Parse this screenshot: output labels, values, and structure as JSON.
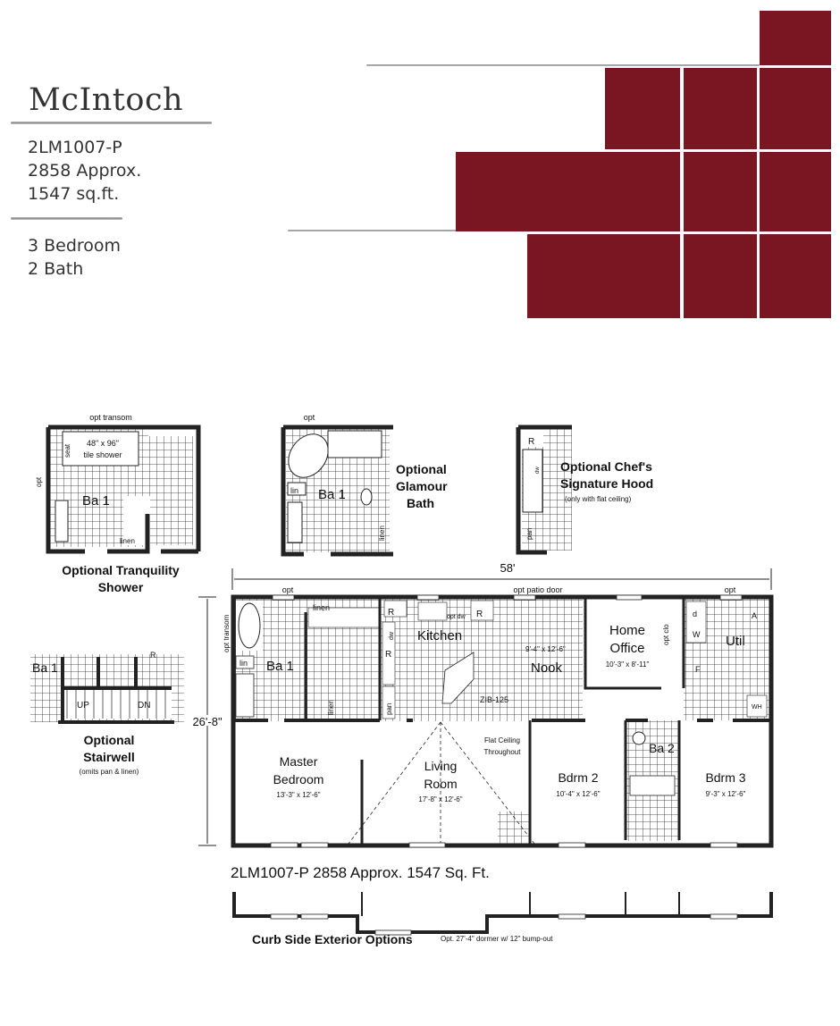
{
  "header": {
    "title": "McIntoch",
    "model": "2LM1007-P",
    "approx": "2858 Approx.",
    "sqft": "1547 sq.ft.",
    "bedrooms": "3 Bedroom",
    "baths": "2 Bath"
  },
  "brand_color": "#7a1622",
  "options": {
    "tranquility": {
      "top": "opt transom",
      "side": "opt",
      "seat": "seat",
      "shower": "48\" x 96\"",
      "shower2": "tile shower",
      "bath": "Ba 1",
      "linen": "linen",
      "caption1": "Optional Tranquility",
      "caption2": "Shower"
    },
    "glamour": {
      "top": "opt",
      "lin": "lin",
      "bath": "Ba 1",
      "linen": "linen",
      "caption1": "Optional",
      "caption2": "Glamour",
      "caption3": "Bath"
    },
    "chef": {
      "r": "R",
      "dw": "dw",
      "pan": "pan",
      "caption1": "Optional Chef's",
      "caption2": "Signature Hood",
      "caption3": "(only with flat ceiling)"
    },
    "stairwell": {
      "bath": "Ba 1",
      "up": "UP",
      "dn": "DN",
      "r": "R",
      "caption1": "Optional",
      "caption2": "Stairwell",
      "caption3": "(omits pan  & linen)"
    }
  },
  "plan": {
    "width_dim": "58'",
    "depth_dim": "26'-8\"",
    "labels": {
      "opt_left": "opt",
      "opt_patio": "opt patio door",
      "opt_right": "opt",
      "opt_transom": "opt transom",
      "linen_top": "linen",
      "lin": "lin",
      "ba1": "Ba 1",
      "linen_side": "linen",
      "r1": "R",
      "opt_dw": "opt dw",
      "r2": "R",
      "dw": "dw",
      "r3": "R",
      "pan": "pan",
      "kitchen": "Kitchen",
      "nook_dim": "9'-4\" x 12'-6\"",
      "nook": "Nook",
      "zib": "ZIB-125",
      "office1": "Home",
      "office2": "Office",
      "office_dim": "10'-3\" x 8'-11\"",
      "opt_closet": "opt clo",
      "d": "d",
      "w": "W",
      "a": "A",
      "f": "F",
      "wh": "WH",
      "util": "Util",
      "master1": "Master",
      "master2": "Bedroom",
      "master_dim": "13'-3\" x 12'-6\"",
      "living1": "Living",
      "living2": "Room",
      "living_dim": "17'-8\" x 12'-6\"",
      "flat1": "Flat Ceiling",
      "flat2": "Throughout",
      "ba2": "Ba 2",
      "bdrm2": "Bdrm 2",
      "bdrm2_dim": "10'-4\" x 12'-6\"",
      "bdrm3": "Bdrm 3",
      "bdrm3_dim": "9'-3\" x 12'-6\""
    },
    "caption": "2LM1007-P 2858  Approx. 1547 Sq. Ft."
  },
  "exterior": {
    "caption": "Curb Side Exterior Options",
    "note": "Opt. 27'-4\" dormer w/ 12\" bump-out"
  }
}
